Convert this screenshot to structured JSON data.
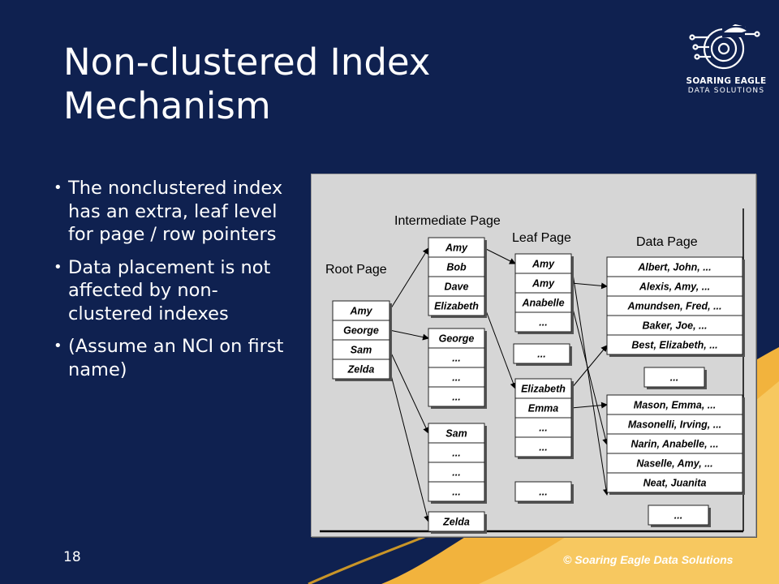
{
  "slide": {
    "title_lines": [
      "Non-clustered Index",
      "Mechanism"
    ],
    "bullets": [
      "The nonclustered index has an extra, leaf level for page / row pointers",
      "Data placement is not affected  by non-clustered indexes",
      "(Assume an NCI on first name)"
    ],
    "page_number": "18",
    "footer": "© Soaring Eagle Data Solutions"
  },
  "logo": {
    "name": "SOARING EAGLE",
    "subtitle": "DATA SOLUTIONS",
    "icon": "eagle-circuit-icon"
  },
  "colors": {
    "background": "#0f2150",
    "accent": "#f2b33d",
    "panel": "#d6d6d6"
  },
  "diagram": {
    "headings": {
      "root": "Root Page",
      "intermediate": "Intermediate Page",
      "leaf": "Leaf Page",
      "data": "Data Page"
    },
    "root": [
      "Amy",
      "George",
      "Sam",
      "Zelda"
    ],
    "intermediate": [
      [
        "Amy",
        "Bob",
        "Dave",
        "Elizabeth"
      ],
      [
        "George",
        "...",
        "...",
        "..."
      ],
      [
        "Sam",
        "...",
        "...",
        "..."
      ],
      [
        "Zelda"
      ]
    ],
    "leaf": [
      [
        "Amy",
        "Amy",
        "Anabelle",
        "..."
      ],
      [
        "..."
      ],
      [
        "Elizabeth",
        "Emma",
        "...",
        "..."
      ],
      [
        "..."
      ]
    ],
    "data": [
      [
        "Albert, John, ...",
        "Alexis, Amy, ...",
        "Amundsen, Fred, ...",
        "Baker, Joe, ...",
        "Best, Elizabeth, ..."
      ],
      [
        "..."
      ],
      [
        "Mason, Emma, ...",
        "Masonelli, Irving, ...",
        "Narin, Anabelle, ...",
        "Naselle, Amy, ...",
        "Neat, Juanita"
      ],
      [
        "..."
      ]
    ]
  }
}
